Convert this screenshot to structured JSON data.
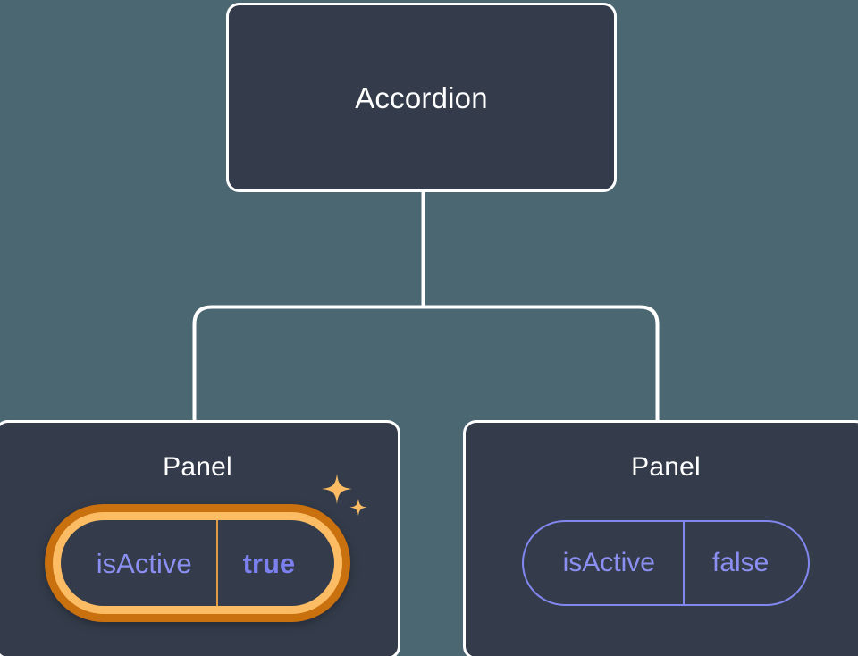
{
  "diagram": {
    "type": "component-tree",
    "background_color": "#4b6772",
    "card_color": "#343c4b",
    "card_border_color": "#ffffff",
    "connector_color": "#ffffff",
    "accent_highlight_outer": "#c9700f",
    "accent_highlight_inner": "#fbbc64",
    "accent_prop_text": "#8b8ff2",
    "accent_prop_value_active": "#7b80ee",
    "sparkle_color": "#fbbc64"
  },
  "root": {
    "title": "Accordion"
  },
  "children": [
    {
      "title": "Panel",
      "highlighted": true,
      "prop": {
        "key": "isActive",
        "value": "true"
      },
      "sparkle_icon": "sparkles-icon"
    },
    {
      "title": "Panel",
      "highlighted": false,
      "prop": {
        "key": "isActive",
        "value": "false"
      }
    }
  ]
}
